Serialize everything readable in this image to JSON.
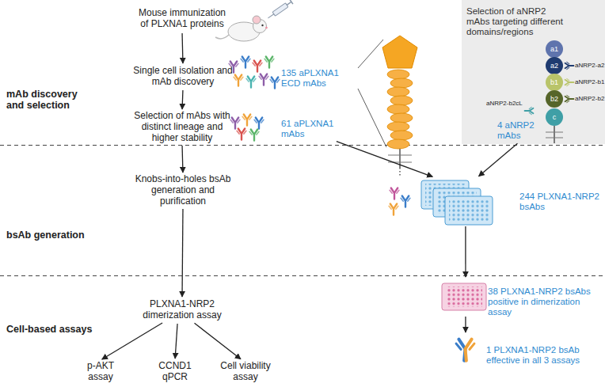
{
  "diagram": {
    "nodes": [
      {
        "text": [
          "Mouse immunization of PLXNA1 proteins"
        ]
      },
      {
        "text": [
          "Single cell isolation and mAb discovery"
        ]
      },
      {
        "text": [
          "135 aPLXNA1 ECD mAbs"
        ]
      },
      {
        "text": [
          "Selection of aNRP2 mAbs targeting different domains/regions"
        ]
      },
      {
        "text": [
          "a1"
        ],
        "in": 3
      },
      {
        "text": [
          "a2"
        ],
        "in": 3
      },
      {
        "text": [
          "b1"
        ],
        "in": 3
      },
      {
        "text": [
          "b2"
        ],
        "in": 3
      },
      {
        "text": [
          "c"
        ],
        "in": 3
      },
      {
        "text": [
          "4 aNRP2 mAbs"
        ],
        "in": 3
      },
      {
        "text": [
          "Selection of mAbs with distinct lineage and higher stability"
        ]
      },
      {
        "text": [
          "61 aPLXNA1 mAbs"
        ]
      },
      {
        "text": [
          "Knobs-into-holes bsAb generation and purification"
        ]
      },
      {
        "text": [
          "244 PLXNA1-NRP2 bsAbs"
        ]
      },
      {
        "text": [
          "PLXNA1-NRP2 dimerization assay"
        ]
      },
      {
        "text": [
          "38 PLXNA1-NRP2 bsAbs positive in dimerization assay"
        ]
      },
      {
        "text": [
          "p-AKT assay"
        ]
      },
      {
        "text": [
          "CCND1 qPCR"
        ]
      },
      {
        "text": [
          "Cell viability assay"
        ]
      },
      {
        "text": [
          "1 PLXNA1-NRP2 bsAb effective in all 3 assays"
        ]
      }
    ],
    "edges": [
      {
        "from": 0,
        "to": 1,
        "arrow": "to"
      },
      {
        "from": 1,
        "to": 10,
        "arrow": "to"
      },
      {
        "from": 10,
        "to": 12,
        "arrow": "to"
      },
      {
        "from": 12,
        "to": 14,
        "arrow": "to"
      },
      {
        "from": 14,
        "to": 16,
        "arrow": "to"
      },
      {
        "from": 14,
        "to": 17,
        "arrow": "to"
      },
      {
        "from": 14,
        "to": 18,
        "arrow": "to"
      },
      {
        "from": 11,
        "to": 13,
        "arrow": "to"
      },
      {
        "from": 9,
        "to": 13,
        "arrow": "to"
      },
      {
        "from": 13,
        "to": 15,
        "arrow": "to"
      },
      {
        "from": 15,
        "to": 19,
        "arrow": "to"
      }
    ],
    "labels": [
      "mAb discovery and selection",
      "bsAb generation",
      "Cell-based assays",
      "aNRP2-a2",
      "aNRP2-b1",
      "aNRP2-b2",
      "aNRP2-b2cL"
    ]
  }
}
